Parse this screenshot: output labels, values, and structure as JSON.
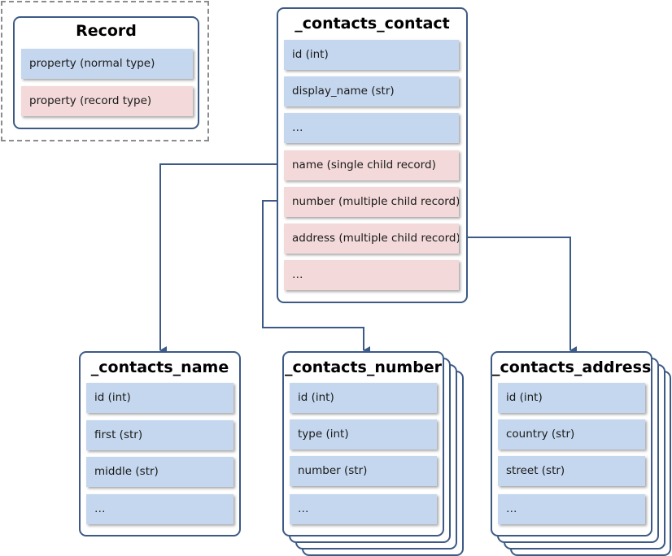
{
  "colors": {
    "normal_row": "#c5d7ee",
    "record_row": "#f3d9d9",
    "border": "#3c5a85",
    "connector": "#3c5a85"
  },
  "legend": {
    "title": "Record",
    "normal": "property (normal  type)",
    "record": "property (record type)"
  },
  "contact": {
    "title": "_contacts_contact",
    "rows": [
      {
        "label": "id (int)",
        "kind": "normal"
      },
      {
        "label": "display_name  (str)",
        "kind": "normal"
      },
      {
        "label": "…",
        "kind": "normal"
      },
      {
        "label": "name (single  child  record)",
        "kind": "record"
      },
      {
        "label": "number (multiple child record)",
        "kind": "record"
      },
      {
        "label": "address (multiple child record)",
        "kind": "record"
      },
      {
        "label": "…",
        "kind": "record"
      }
    ]
  },
  "name_table": {
    "title": "_contacts_name",
    "rows": [
      "id (int)",
      "first  (str)",
      "middle  (str)",
      "…"
    ]
  },
  "number_table": {
    "title": "_contacts_number",
    "rows": [
      "id (int)",
      "type (int)",
      "number (str)",
      "…"
    ]
  },
  "address_table": {
    "title": "_contacts_address",
    "rows": [
      "id (int)",
      "country (str)",
      "street (str)",
      "…"
    ]
  }
}
